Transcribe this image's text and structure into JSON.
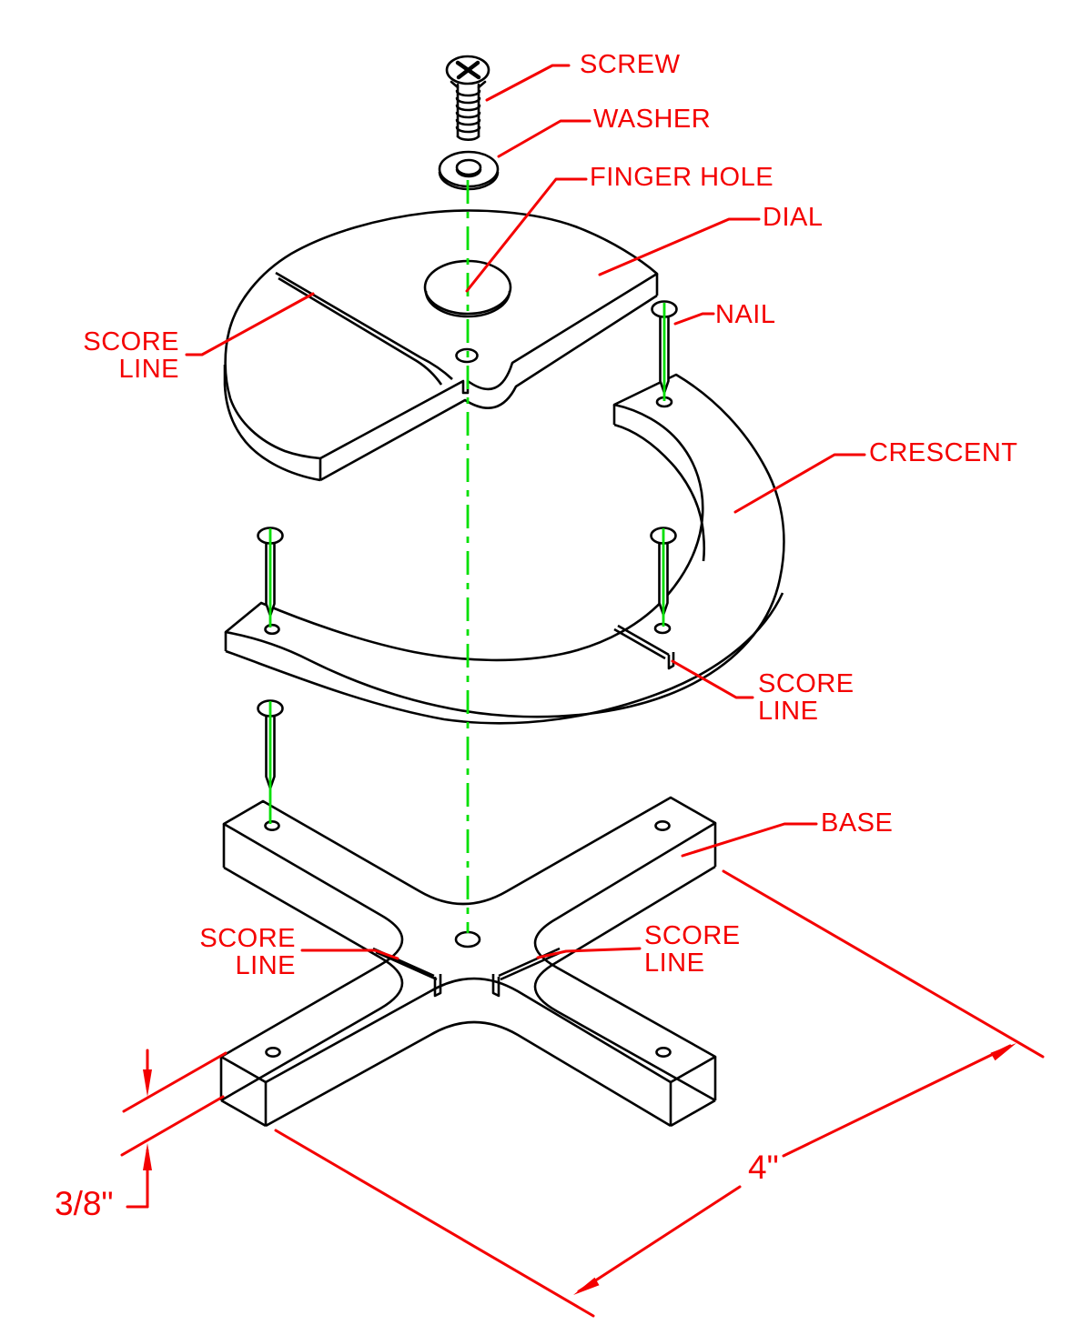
{
  "drawing": {
    "kind": "exploded-assembly-technical-drawing",
    "background": "#ffffff",
    "colors": {
      "annotation": "#f40000",
      "linework": "#000000",
      "centerline": "#00e000"
    },
    "callouts": {
      "screw": "SCREW",
      "washer": "WASHER",
      "finger_hole": "FINGER HOLE",
      "dial": "DIAL",
      "nail": "NAIL",
      "crescent": "CRESCENT",
      "base": "BASE",
      "score_line_dial": {
        "line1": "SCORE",
        "line2": "LINE"
      },
      "score_line_crescent": {
        "line1": "SCORE",
        "line2": "LINE"
      },
      "score_line_base_left": {
        "line1": "SCORE",
        "line2": "LINE"
      },
      "score_line_base_right": {
        "line1": "SCORE",
        "line2": "LINE"
      }
    },
    "dimensions": {
      "base_length": "4\"",
      "base_thickness": "3/8\""
    }
  }
}
